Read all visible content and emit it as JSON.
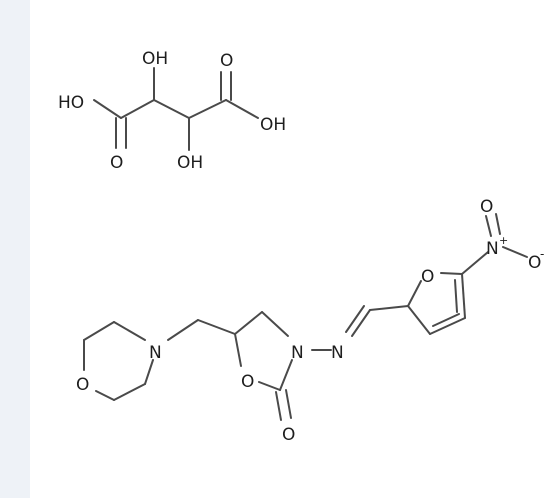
{
  "colors": {
    "background": "#ffffff",
    "bond": "#4a4a4a",
    "text": "#1e1e1e"
  },
  "tartaric_acid": {
    "labels": {
      "oh_top": "OH",
      "ho_left": "HO",
      "o_top_right": "O",
      "oh_right": "OH",
      "o_bottom_left": "O",
      "oh_bottom": "OH"
    }
  },
  "furazolidone_derivative": {
    "labels": {
      "o_nitro_top": "O",
      "n_nitro": "N",
      "plus": "+",
      "o_nitro_right": "O",
      "minus": "-",
      "o_furan": "O",
      "n_imine": "N",
      "n_ring": "N",
      "n_morpholine": "N",
      "o_morpholine": "O",
      "o_ring": "O",
      "o_carbonyl": "O"
    }
  }
}
